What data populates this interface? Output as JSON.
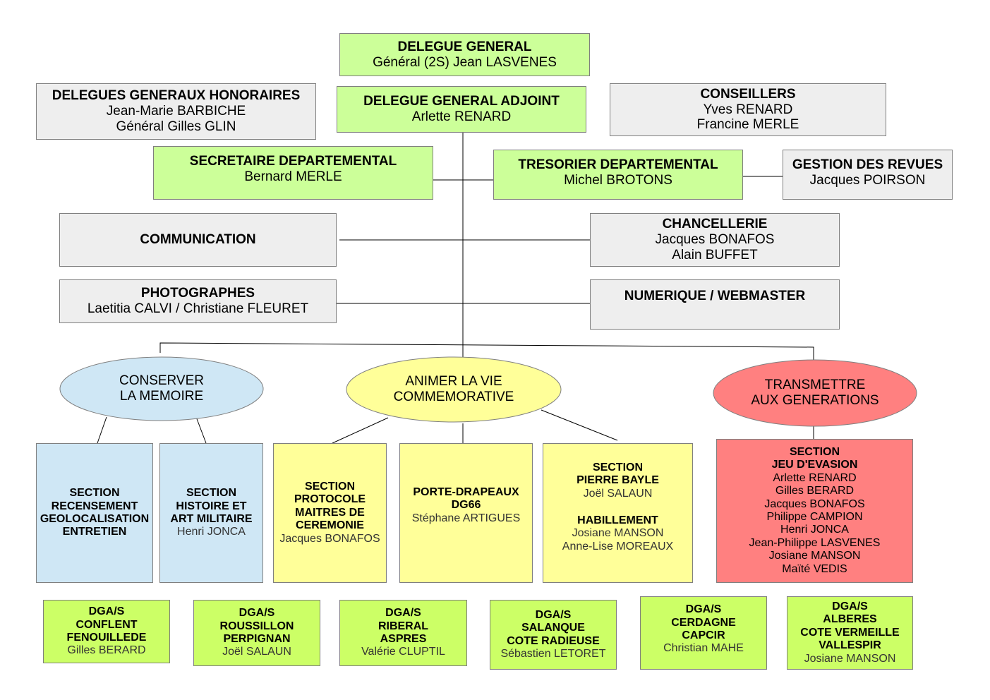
{
  "colors": {
    "leadership": "#ccff99",
    "dga": "#ccff66",
    "support": "#eeeeee",
    "memoire": "#cfe7f5",
    "commemorative": "#ffff99",
    "generations": "#ff8080"
  },
  "top": {
    "delegue_general": {
      "title": "DELEGUE GENERAL",
      "names": [
        "Général (2S) Jean LASVENES"
      ]
    },
    "delegue_general_adjoint": {
      "title": "DELEGUE GENERAL ADJOINT",
      "names": [
        "Arlette RENARD"
      ]
    },
    "delegues_honoraires": {
      "title": "DELEGUES GENERAUX HONORAIRES",
      "names": [
        "Jean-Marie BARBICHE",
        "Général Gilles GLIN"
      ]
    },
    "conseillers": {
      "title": "CONSEILLERS",
      "names": [
        "Yves RENARD",
        "Francine MERLE"
      ]
    },
    "secretaire": {
      "title": "SECRETAIRE DEPARTEMENTAL",
      "names": [
        "Bernard MERLE"
      ]
    },
    "tresorier": {
      "title": "TRESORIER DEPARTEMENTAL",
      "names": [
        "Michel BROTONS"
      ]
    },
    "revues": {
      "title": "GESTION DES REVUES",
      "names": [
        "Jacques POIRSON"
      ]
    },
    "communication": {
      "title": "COMMUNICATION",
      "names": []
    },
    "chancellerie": {
      "title": "CHANCELLERIE",
      "names": [
        "Jacques BONAFOS",
        "Alain BUFFET"
      ]
    },
    "photographes": {
      "title": "PHOTOGRAPHES",
      "names": [
        "Laetitia CALVI / Christiane FLEURET"
      ]
    },
    "numerique": {
      "title": "NUMERIQUE / WEBMASTER",
      "names": []
    }
  },
  "missions": [
    {
      "line1": "CONSERVER",
      "line2": "LA MEMOIRE"
    },
    {
      "line1": "ANIMER LA VIE",
      "line2": "COMMEMORATIVE"
    },
    {
      "line1": "TRANSMETTRE",
      "line2": "AUX GENERATIONS"
    }
  ],
  "sections": {
    "recensement": {
      "title": [
        "SECTION",
        "RECENSEMENT",
        "GEOLOCALISATION",
        "ENTRETIEN"
      ],
      "names": []
    },
    "histoire": {
      "title": [
        "SECTION",
        "HISTOIRE ET",
        "ART MILITAIRE"
      ],
      "names": [
        "Henri JONCA"
      ]
    },
    "protocole": {
      "title": [
        "SECTION",
        "PROTOCOLE",
        "MAITRES DE",
        "CEREMONIE"
      ],
      "names": [
        "Jacques BONAFOS"
      ]
    },
    "porte_drapeaux": {
      "title": [
        "PORTE-DRAPEAUX",
        "DG66"
      ],
      "names": [
        "Stéphane ARTIGUES"
      ]
    },
    "pierre_bayle": {
      "title": [
        "SECTION",
        "PIERRE BAYLE"
      ],
      "names": [
        "Joël SALAUN"
      ],
      "sub_title": "HABILLEMENT",
      "sub_names": [
        "Josiane MANSON",
        "Anne-Lise MOREAUX"
      ]
    },
    "jeu_evasion": {
      "title": [
        "SECTION",
        "JEU D'EVASION"
      ],
      "names": [
        "Arlette RENARD",
        "Gilles BERARD",
        "Jacques BONAFOS",
        "Philippe CAMPION",
        "Henri JONCA",
        "Jean-Philippe LASVENES",
        "Josiane MANSON",
        "Maïté VEDIS"
      ]
    }
  },
  "dgas": [
    {
      "title": [
        "DGA/S",
        "CONFLENT",
        "FENOUILLEDE"
      ],
      "name": "Gilles BERARD"
    },
    {
      "title": [
        "DGA/S",
        "ROUSSILLON",
        "PERPIGNAN"
      ],
      "name": "Joël SALAUN"
    },
    {
      "title": [
        "DGA/S",
        "RIBERAL",
        "ASPRES"
      ],
      "name": "Valérie CLUPTIL"
    },
    {
      "title": [
        "DGA/S",
        "SALANQUE",
        "COTE RADIEUSE"
      ],
      "name": "Sébastien LETORET"
    },
    {
      "title": [
        "DGA/S",
        "CERDAGNE",
        "CAPCIR"
      ],
      "name": "Christian MAHE"
    },
    {
      "title": [
        "DGA/S",
        "ALBERES",
        "COTE VERMEILLE",
        "VALLESPIR"
      ],
      "name": "Josiane MANSON"
    }
  ]
}
